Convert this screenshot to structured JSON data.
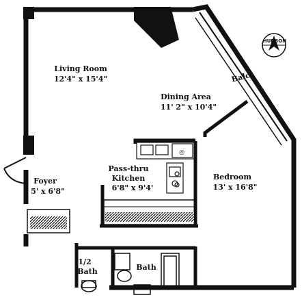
{
  "colors": {
    "wall": "#111111",
    "fixture": "#222222",
    "background": "#ffffff"
  },
  "compass": {
    "label": "HUDSON",
    "icon": "north-arrow-icon"
  },
  "rooms": {
    "living_room": {
      "name": "Living Room",
      "dims": "12'4\" x 15'4\""
    },
    "dining_area": {
      "name": "Dining Area",
      "dims": "11' 2\" x 10'4\""
    },
    "balcony": {
      "name": "Balc."
    },
    "kitchen": {
      "name_line1": "Pass-thru",
      "name_line2": "Kitchen",
      "dims": "6'8\" x 9'4'"
    },
    "bedroom": {
      "name": "Bedroom",
      "dims": "13' x 16'8\""
    },
    "foyer": {
      "name": "Foyer",
      "dims": "5' x 6'8\""
    },
    "half_bath": {
      "name_line1": "1/2",
      "name_line2": "Bath"
    },
    "bath": {
      "name": "Bath"
    }
  }
}
